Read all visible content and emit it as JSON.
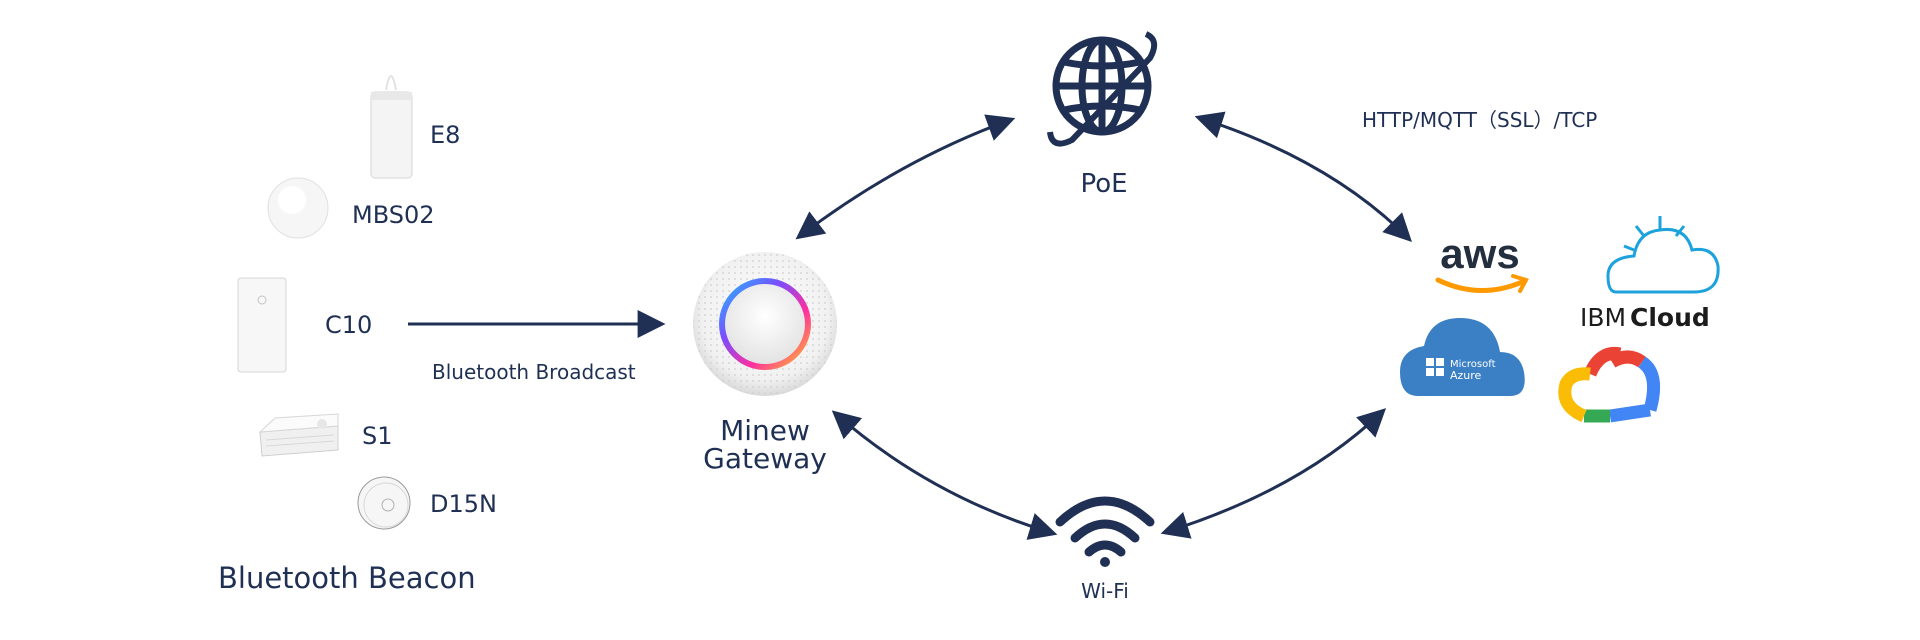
{
  "devices": {
    "e8": "E8",
    "mbs02": "MBS02",
    "c10": "C10",
    "s1": "S1",
    "d15n": "D15N"
  },
  "labels": {
    "bluetooth_beacon": "Bluetooth Beacon",
    "bluetooth_broadcast": "Bluetooth Broadcast",
    "gateway_line1": "Minew",
    "gateway_line2": "Gateway",
    "poe": "PoE",
    "wifi": "Wi-Fi",
    "protocol": "HTTP/MQTT（SSL）/TCP"
  },
  "clouds": {
    "aws": "aws",
    "ibm_prefix": "IBM",
    "ibm_cloud": "Cloud",
    "azure_line1": "Microsoft",
    "azure_line2": "Azure"
  },
  "colors": {
    "navy": "#1f3054",
    "aws_orange": "#ff9900",
    "azure_blue": "#3b7fc4",
    "ibm_blue": "#1ea2dd"
  },
  "icons": [
    "globe-icon",
    "wifi-icon",
    "minew-gateway-device",
    "aws-logo",
    "ibm-cloud-logo",
    "azure-logo",
    "google-cloud-logo"
  ]
}
